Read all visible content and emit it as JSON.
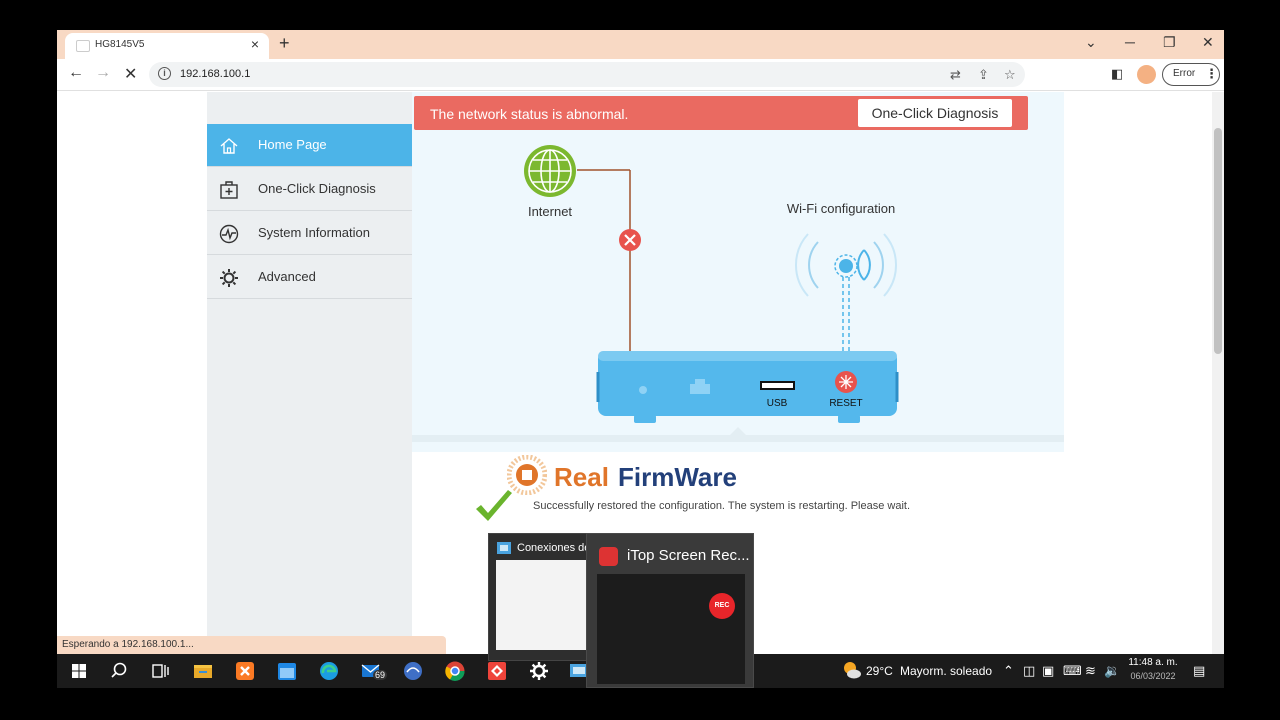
{
  "browser": {
    "tab_title": "HG8145V5",
    "tab_close": "×",
    "new_tab": "+",
    "url": "192.168.100.1",
    "error_label": "Error",
    "status_text": "Esperando a 192.168.100.1..."
  },
  "sidebar": {
    "items": [
      {
        "label": "Home Page",
        "icon": "home-icon",
        "active": true
      },
      {
        "label": "One-Click Diagnosis",
        "icon": "diagnosis-icon",
        "active": false
      },
      {
        "label": "System Information",
        "icon": "pulse-icon",
        "active": false
      },
      {
        "label": "Advanced",
        "icon": "gear-icon",
        "active": false
      }
    ]
  },
  "alert": {
    "message": "The network status is abnormal.",
    "button": "One-Click Diagnosis",
    "color": "#ea6a61"
  },
  "topology": {
    "internet_label": "Internet",
    "wifi_label": "Wi-Fi configuration",
    "usb_label": "USB",
    "reset_label": "RESET",
    "internet_status": "disconnected"
  },
  "overlay": {
    "brand_real": "Real",
    "brand_firmware": "FirmWare",
    "restore_message": "Successfully restored the configuration. The system is restarting. Please wait."
  },
  "taskbar": {
    "weather_temp": "29°C",
    "weather_desc": "Mayorm. soleado",
    "time": "11:48 a. m.",
    "date": "06/03/2022",
    "mail_badge": "69",
    "thumb_conexiones": "Conexiones de",
    "thumb_itop": "iTop Screen Rec...",
    "rec_label": "REC"
  },
  "colors": {
    "accent": "#4cb4e8",
    "globe": "#7cb82f",
    "error": "#e8534d",
    "router": "#54b8ec"
  }
}
